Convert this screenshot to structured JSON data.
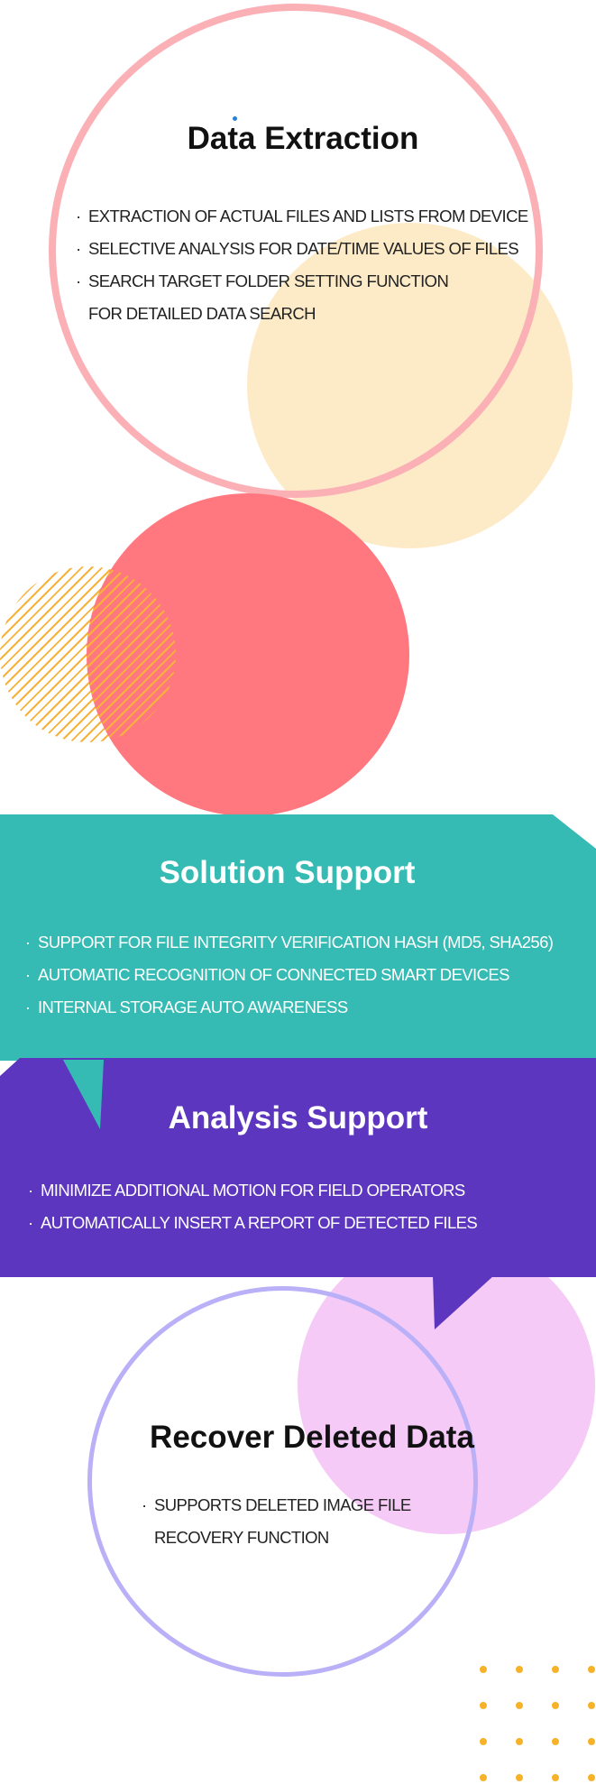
{
  "data_extraction": {
    "title": "Data Extraction",
    "items": [
      "EXTRACTION OF ACTUAL FILES AND LISTS FROM DEVICE",
      "SELECTIVE ANALYSIS  FOR DATE/TIME VALUES OF FILES",
      "SEARCH TARGET FOLDER SETTING FUNCTION FOR DETAILED DATA SEARCH"
    ]
  },
  "solution_support": {
    "title": "Solution Support",
    "items": [
      "SUPPORT FOR FILE INTEGRITY VERIFICATION HASH (MD5, SHA256)",
      "AUTOMATIC RECOGNITION OF CONNECTED SMART DEVICES",
      "INTERNAL STORAGE AUTO AWARENESS"
    ]
  },
  "analysis_support": {
    "title": "Analysis Support",
    "items": [
      "MINIMIZE ADDITIONAL MOTION FOR FIELD OPERATORS",
      "AUTOMATICALLY INSERT A REPORT OF DETECTED FILES"
    ]
  },
  "recover_deleted_data": {
    "title": "Recover Deleted Data",
    "items": [
      "SUPPORTS DELETED IMAGE FILE RECOVERY FUNCTION"
    ]
  },
  "bullet": "·",
  "colors": {
    "pink_ring": "#fbb0b6",
    "cream": "#fdebc8",
    "coral": "#ff787f",
    "hatch": "#f7b23b",
    "teal": "#35bbb3",
    "violet": "#5c36bf",
    "lilac": "#f5caf7",
    "purple_ring": "#b9b0f7",
    "dot_grid": "#f7b327"
  }
}
